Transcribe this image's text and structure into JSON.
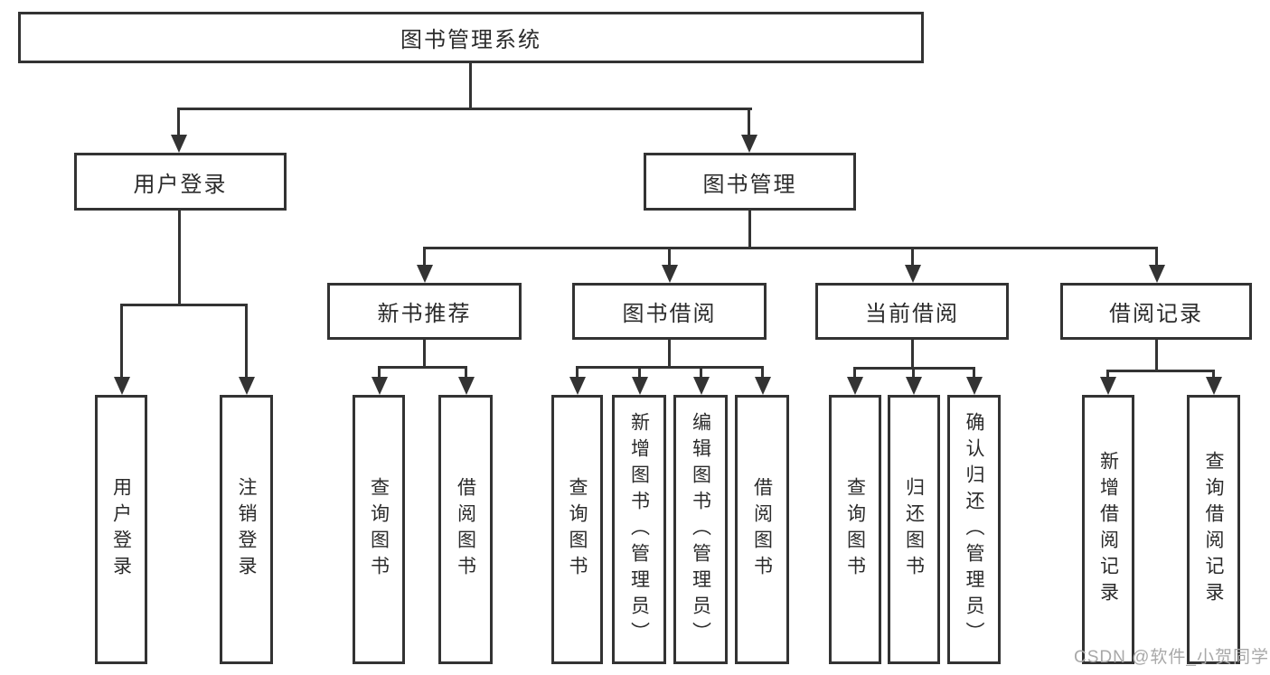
{
  "diagram": {
    "root": {
      "label": "图书管理系统"
    },
    "branches": [
      {
        "label": "用户登录",
        "children": [
          {
            "label": "用户登录"
          },
          {
            "label": "注销登录"
          }
        ]
      },
      {
        "label": "图书管理",
        "children": [
          {
            "label": "新书推荐",
            "children": [
              {
                "label": "查询图书"
              },
              {
                "label": "借阅图书"
              }
            ]
          },
          {
            "label": "图书借阅",
            "children": [
              {
                "label": "查询图书"
              },
              {
                "label": "新增图书（管理员）"
              },
              {
                "label": "编辑图书（管理员）"
              },
              {
                "label": "借阅图书"
              }
            ]
          },
          {
            "label": "当前借阅",
            "children": [
              {
                "label": "查询图书"
              },
              {
                "label": "归还图书"
              },
              {
                "label": "确认归还（管理员）"
              }
            ]
          },
          {
            "label": "借阅记录",
            "children": [
              {
                "label": "新增借阅记录"
              },
              {
                "label": "查询借阅记录"
              }
            ]
          }
        ]
      }
    ]
  },
  "watermark": {
    "text": "CSDN @软件_小贺同学"
  },
  "colors": {
    "line": "#333333",
    "text": "#2b2b2b",
    "watermark_gray": "#a8a8a8",
    "background": "#ffffff"
  }
}
